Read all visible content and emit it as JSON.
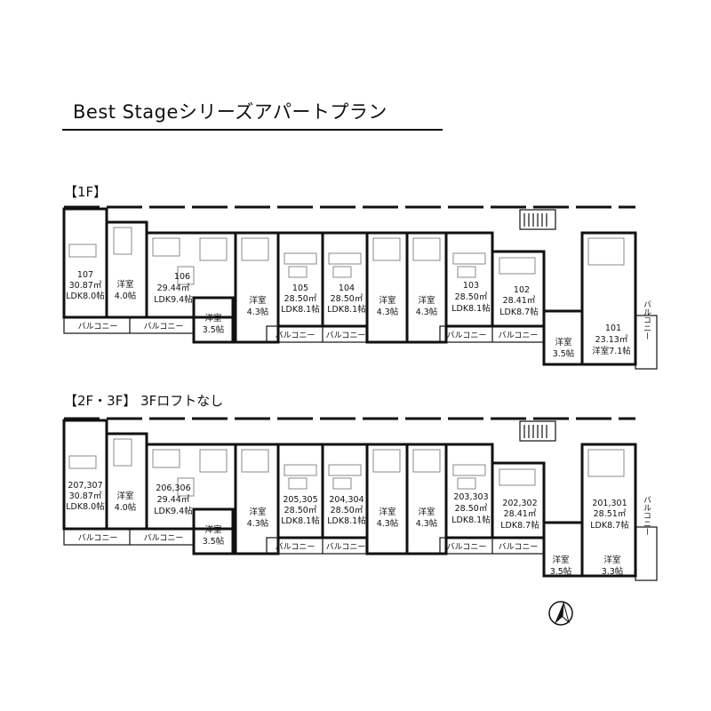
{
  "title": "Best Stageシリーズアパートプラン",
  "floors": [
    {
      "label": "【1F】",
      "units": [
        {
          "no": "107",
          "area": "30.87㎡",
          "layout": "LDK8.0帖"
        },
        {
          "no": "106",
          "area": "29.44㎡",
          "layout": "LDK9.4帖"
        },
        {
          "no": "105",
          "area": "28.50㎡",
          "layout": "LDK8.1帖"
        },
        {
          "no": "104",
          "area": "28.50㎡",
          "layout": "LDK8.1帖"
        },
        {
          "no": "103",
          "area": "28.50㎡",
          "layout": "LDK8.1帖"
        },
        {
          "no": "102",
          "area": "28.41㎡",
          "layout": "LDK8.7帖"
        },
        {
          "no": "101",
          "area": "23.13㎡",
          "layout": "洋室7.1帖"
        }
      ],
      "rooms": [
        {
          "name": "洋室",
          "size": "4.0帖"
        },
        {
          "name": "洋室",
          "size": "3.5帖"
        },
        {
          "name": "洋室",
          "size": "4.3帖"
        },
        {
          "name": "洋室",
          "size": "4.3帖"
        },
        {
          "name": "洋室",
          "size": "4.3帖"
        },
        {
          "name": "洋室",
          "size": "3.5帖"
        }
      ],
      "balcony": "バルコニー"
    },
    {
      "label": "【2F・3F】 3Fロフトなし",
      "units": [
        {
          "no": "207,307",
          "area": "30.87㎡",
          "layout": "LDK8.0帖"
        },
        {
          "no": "206,306",
          "area": "29.44㎡",
          "layout": "LDK9.4帖"
        },
        {
          "no": "205,305",
          "area": "28.50㎡",
          "layout": "LDK8.1帖"
        },
        {
          "no": "204,304",
          "area": "28.50㎡",
          "layout": "LDK8.1帖"
        },
        {
          "no": "203,303",
          "area": "28.50㎡",
          "layout": "LDK8.1帖"
        },
        {
          "no": "202,302",
          "area": "28.41㎡",
          "layout": "LDK8.7帖"
        },
        {
          "no": "201,301",
          "area": "28.51㎡",
          "layout": "LDK8.7帖"
        }
      ],
      "rooms": [
        {
          "name": "洋室",
          "size": "4.0帖"
        },
        {
          "name": "洋室",
          "size": "3.5帖"
        },
        {
          "name": "洋室",
          "size": "4.3帖"
        },
        {
          "name": "洋室",
          "size": "4.3帖"
        },
        {
          "name": "洋室",
          "size": "4.3帖"
        },
        {
          "name": "洋室",
          "size": "3.5帖"
        },
        {
          "name": "洋室",
          "size": "3.3帖"
        }
      ],
      "balcony": "バルコニー"
    }
  ],
  "north_arrow": "north-arrow-icon"
}
